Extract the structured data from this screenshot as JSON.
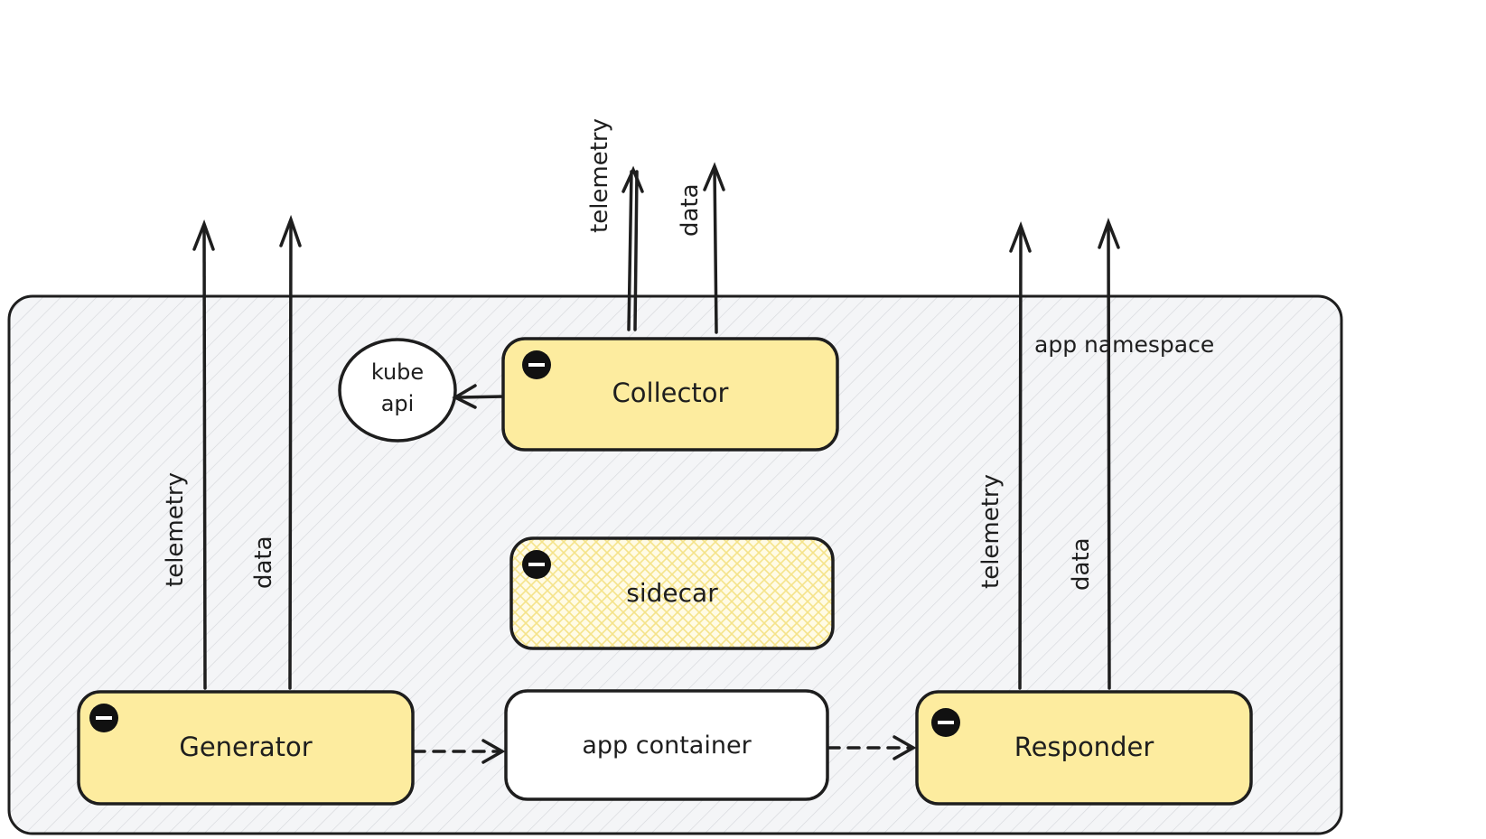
{
  "namespace": {
    "label": "app namespace"
  },
  "nodes": {
    "collector": {
      "label": "Collector"
    },
    "kube_api": {
      "label_line1": "kube",
      "label_line2": "api"
    },
    "sidecar": {
      "label": "sidecar"
    },
    "generator": {
      "label": "Generator"
    },
    "app_container": {
      "label": "app container"
    },
    "responder": {
      "label": "Responder"
    }
  },
  "edges": {
    "collector_telemetry": "telemetry",
    "collector_data": "data",
    "generator_telemetry": "telemetry",
    "generator_data": "data",
    "responder_telemetry": "telemetry",
    "responder_data": "data"
  },
  "colors": {
    "yellow_fill": "#fdec9f",
    "stroke": "#1e1e1e",
    "namespace_fill": "#f4f5f7",
    "hatch": "#d6d8dc",
    "sidecar_hatch": "#f5e38a"
  },
  "icons": {
    "minus_badge": "minus-circle-icon"
  }
}
